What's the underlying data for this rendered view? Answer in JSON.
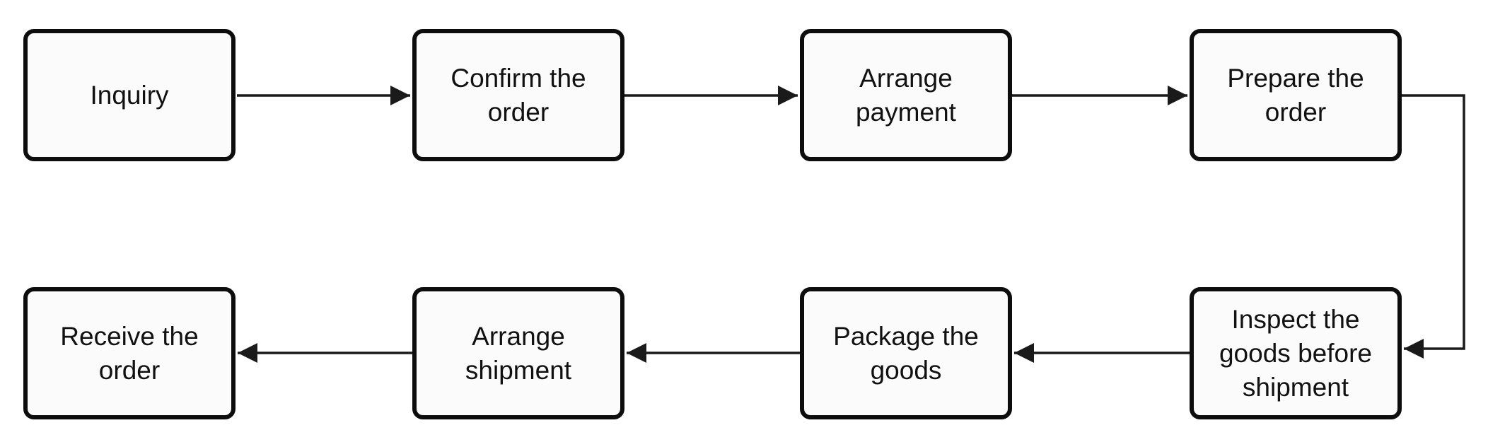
{
  "diagram": {
    "type": "flowchart",
    "description": "Order fulfillment process flow, two rows, snake layout",
    "nodes": [
      {
        "id": "inquiry",
        "label": "Inquiry"
      },
      {
        "id": "confirm-order",
        "label": "Confirm the order"
      },
      {
        "id": "arrange-payment",
        "label": "Arrange payment"
      },
      {
        "id": "prepare-order",
        "label": "Prepare the order"
      },
      {
        "id": "inspect-goods",
        "label": "Inspect the goods before shipment"
      },
      {
        "id": "package-goods",
        "label": "Package the goods"
      },
      {
        "id": "arrange-shipment",
        "label": "Arrange shipment"
      },
      {
        "id": "receive-order",
        "label": "Receive the order"
      }
    ],
    "edges": [
      {
        "from": "inquiry",
        "to": "confirm-order"
      },
      {
        "from": "confirm-order",
        "to": "arrange-payment"
      },
      {
        "from": "arrange-payment",
        "to": "prepare-order"
      },
      {
        "from": "prepare-order",
        "to": "inspect-goods"
      },
      {
        "from": "inspect-goods",
        "to": "package-goods"
      },
      {
        "from": "package-goods",
        "to": "arrange-shipment"
      },
      {
        "from": "arrange-shipment",
        "to": "receive-order"
      }
    ],
    "colors": {
      "background": "#ffffff",
      "node_fill": "#fbfbfb",
      "node_border": "#0d0d0d",
      "arrow": "#1a1a1a",
      "text": "#111111"
    }
  }
}
